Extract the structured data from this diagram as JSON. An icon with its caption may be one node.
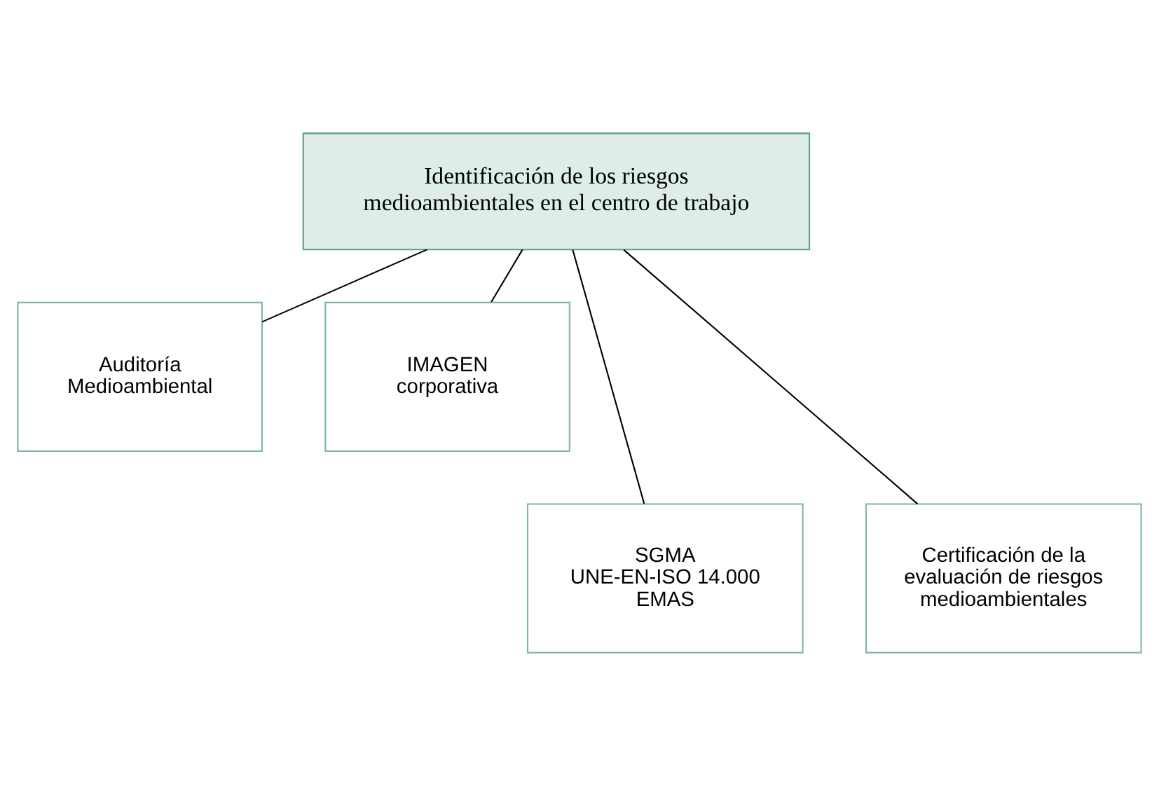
{
  "diagram": {
    "nodes": [
      {
        "text": [
          "Identificación de los riesgos medioambientales en el centro de trabajo"
        ]
      },
      {
        "text": [
          "Auditoría Medioambiental"
        ]
      },
      {
        "text": [
          "IMAGEN corporativa"
        ]
      },
      {
        "text": [
          "SGMA",
          "UNE-EN-ISO 14.000",
          "EMAS"
        ]
      },
      {
        "text": [
          "Certificación de la evaluación de riesgos medioambientales"
        ]
      }
    ],
    "edges": [
      {
        "from": 0,
        "to": 1,
        "arrow": "none"
      },
      {
        "from": 0,
        "to": 3,
        "arrow": "none"
      },
      {
        "from": 0,
        "to": 4,
        "arrow": "none"
      },
      {
        "from": 0,
        "to": 2,
        "arrow": "none"
      }
    ]
  }
}
